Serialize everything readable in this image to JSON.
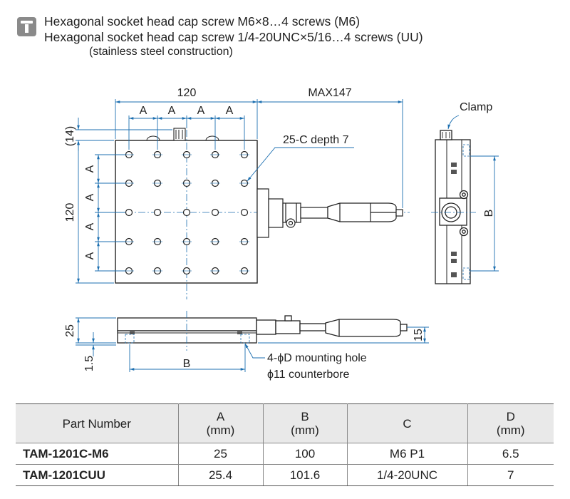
{
  "notes": {
    "icon": "screw-tool-icon",
    "line1": "Hexagonal socket head cap screw M6×8…4 screws (M6)",
    "line2": "Hexagonal socket head cap screw 1/4-20UNC×5/16…4 screws (UU)",
    "line3": "(stainless steel construction)"
  },
  "colors": {
    "outline": "#222222",
    "dimension": "#1c6fb0",
    "table_header": "#e9e9e9"
  },
  "drawing": {
    "top_width": "120",
    "max_length": "MAX147",
    "pitch_label": "A",
    "clearance": "(14)",
    "height_dim": "120",
    "hole_note": "25-C depth 7",
    "clamp": "Clamp",
    "b_label": "B",
    "side_height": "25",
    "base_thickness": "1.5",
    "knob_height": "15",
    "b_bottom": "B",
    "mount_hole": "4-ϕD mounting hole",
    "counterbore": "ϕ11 counterbore"
  },
  "table": {
    "headers": [
      {
        "line1": "Part Number",
        "line2": ""
      },
      {
        "line1": "A",
        "line2": "(mm)"
      },
      {
        "line1": "B",
        "line2": "(mm)"
      },
      {
        "line1": "C",
        "line2": ""
      },
      {
        "line1": "D",
        "line2": "(mm)"
      }
    ],
    "rows": [
      {
        "part": "TAM-1201C-M6",
        "a": "25",
        "b": "100",
        "c": "M6 P1",
        "d": "6.5"
      },
      {
        "part": "TAM-1201CUU",
        "a": "25.4",
        "b": "101.6",
        "c": "1/4-20UNC",
        "d": "7"
      }
    ]
  }
}
